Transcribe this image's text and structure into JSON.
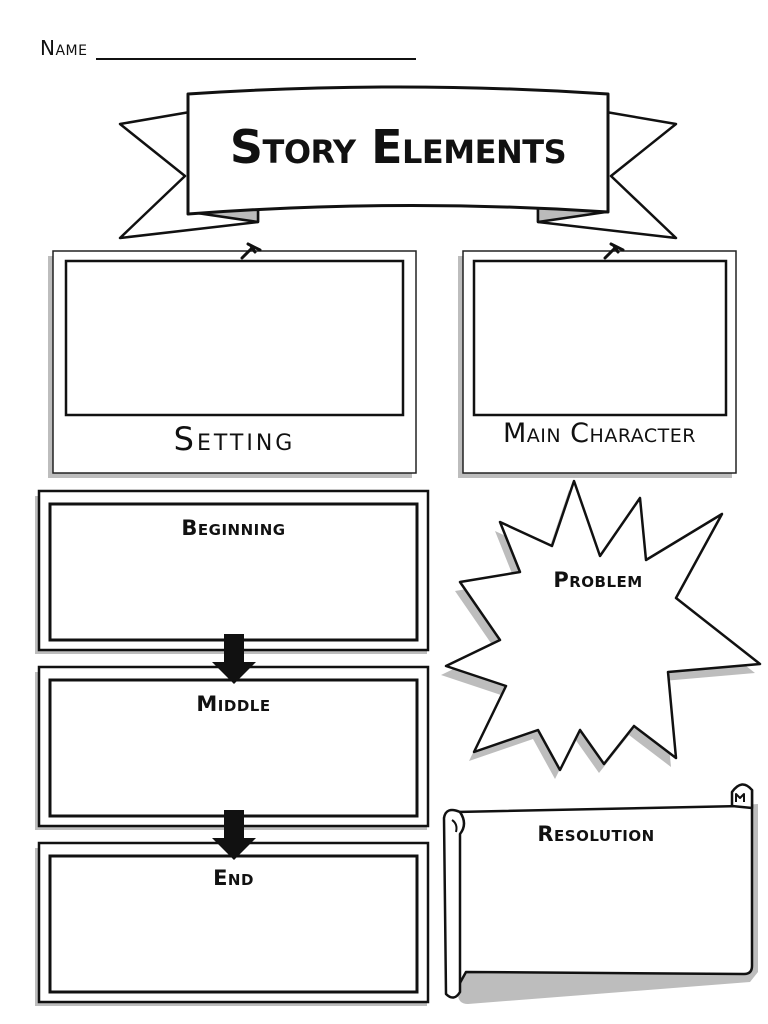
{
  "worksheet": {
    "name_label": "Name",
    "title": "Story Elements",
    "setting_label": "Setting",
    "character_label": "Main Character",
    "beginning_label": "Beginning",
    "middle_label": "Middle",
    "end_label": "End",
    "problem_label": "Problem",
    "resolution_label": "Resolution"
  }
}
